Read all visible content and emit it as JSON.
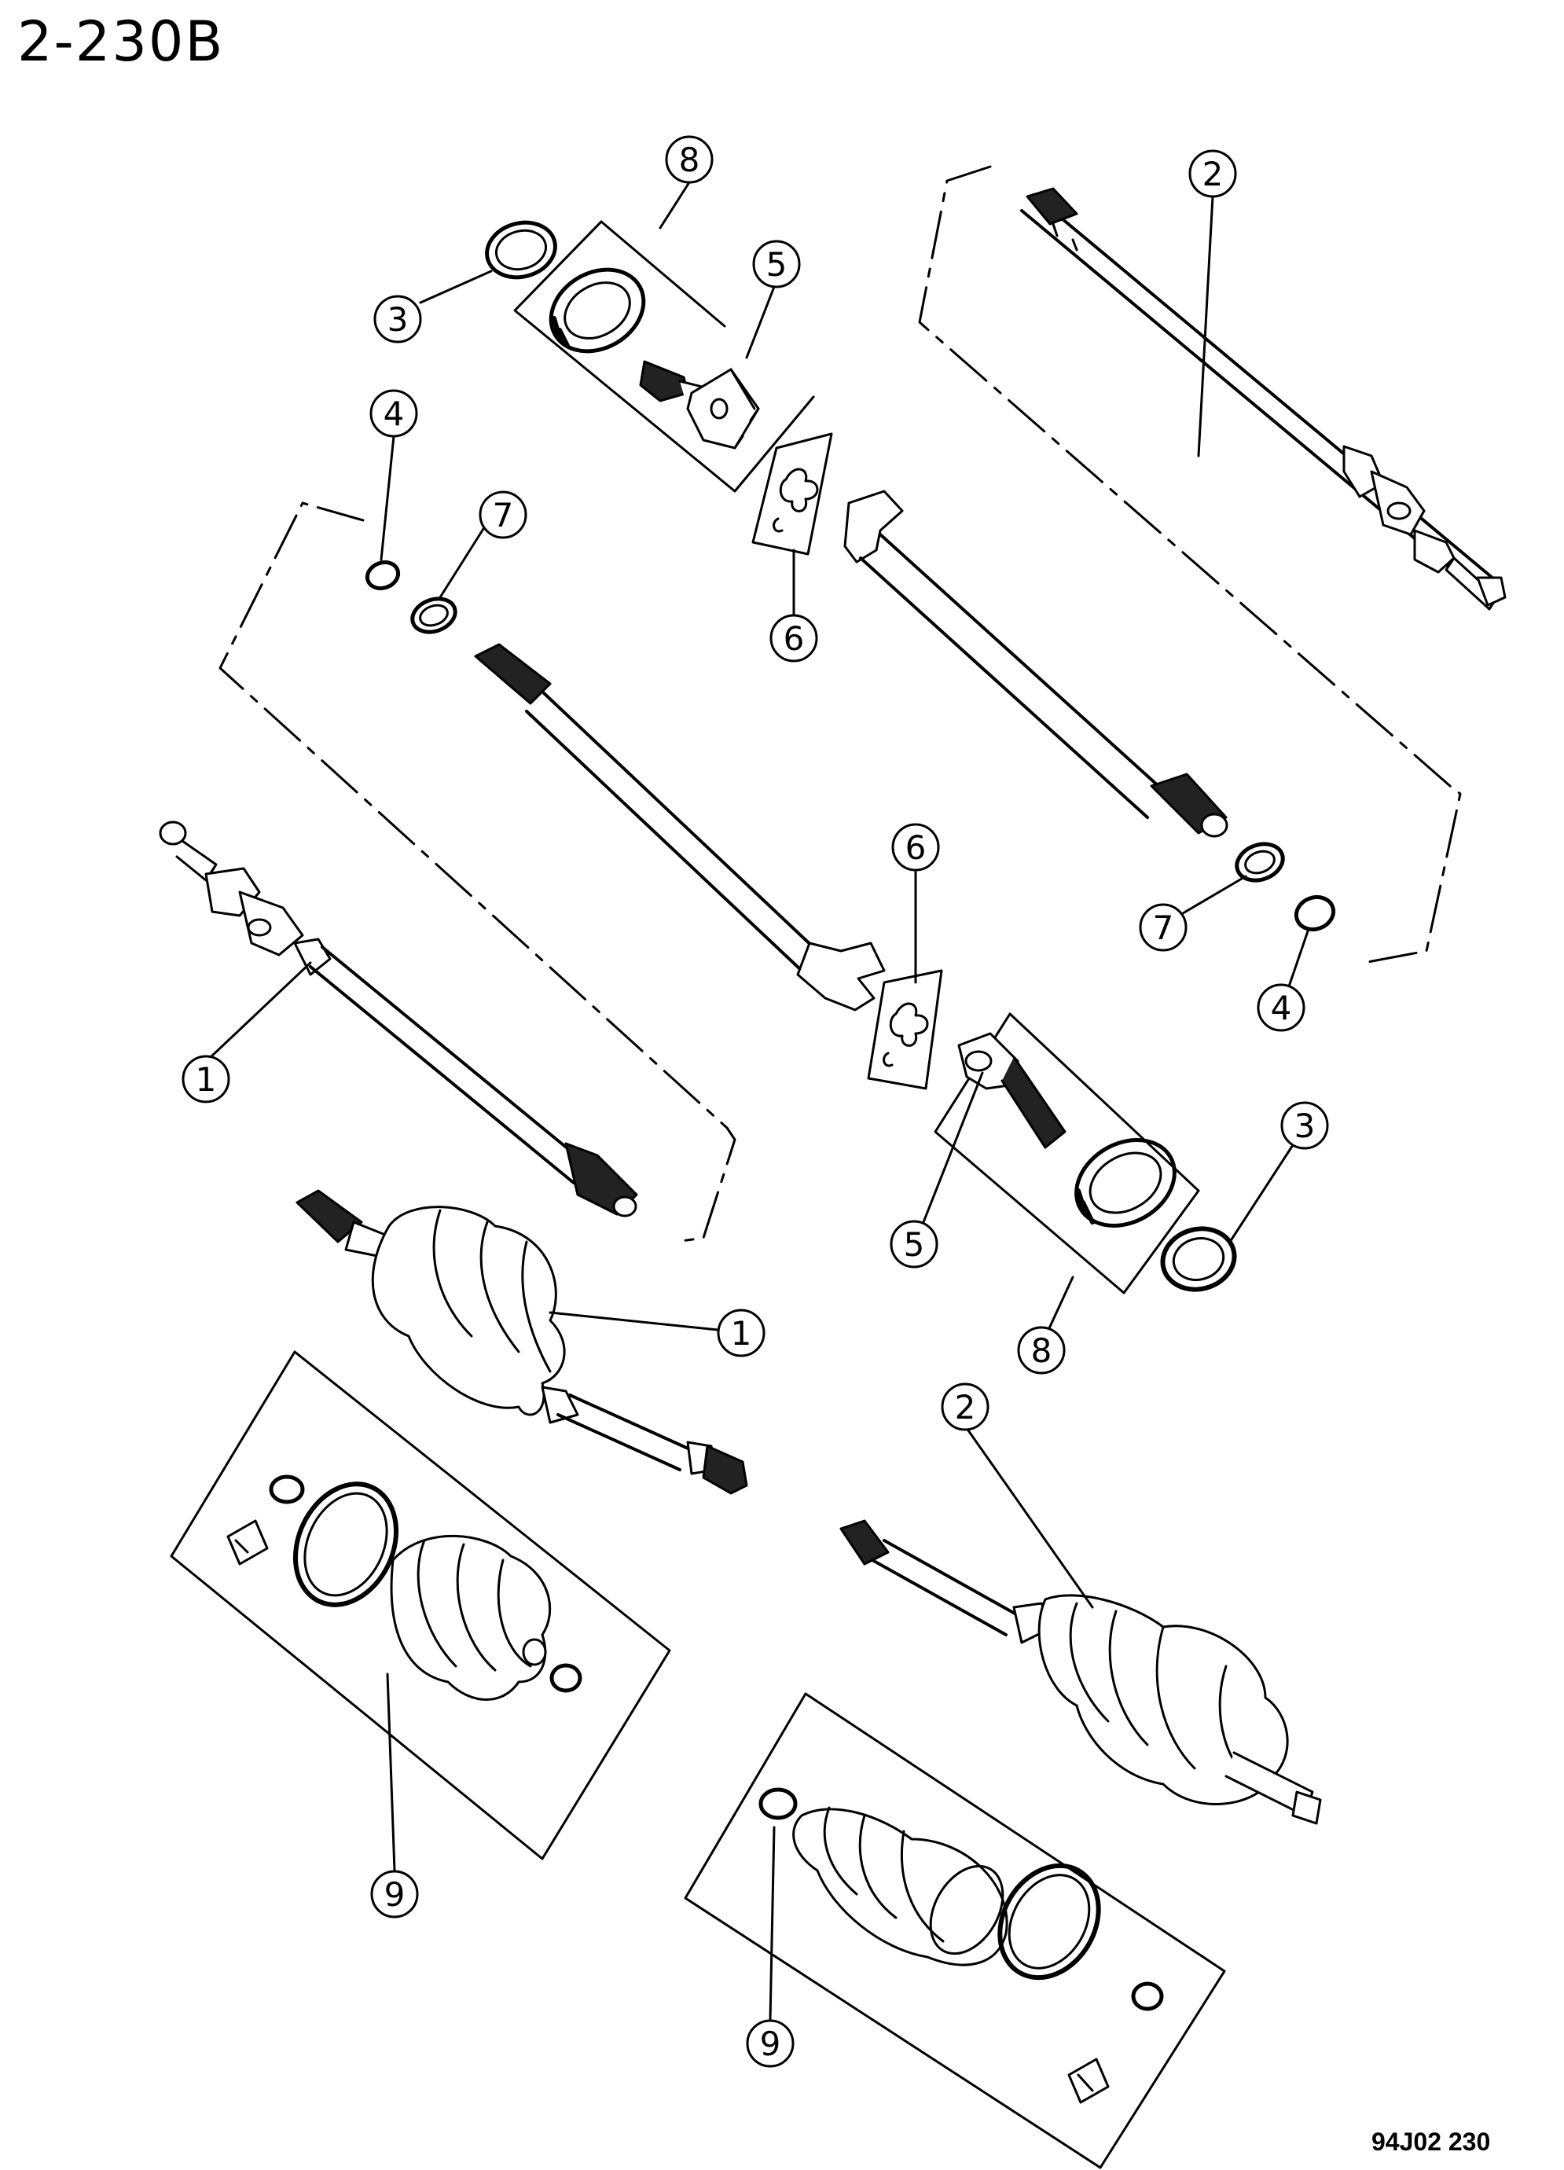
{
  "page_title": "2-230B",
  "figure_code": "94J02 230",
  "callouts": {
    "c1a": "1",
    "c1b": "1",
    "c2a": "2",
    "c2b": "2",
    "c3a": "3",
    "c3b": "3",
    "c4a": "4",
    "c4b": "4",
    "c5a": "5",
    "c5b": "5",
    "c6a": "6",
    "c6b": "6",
    "c7a": "7",
    "c7b": "7",
    "c8a": "8",
    "c8b": "8",
    "c9a": "9",
    "c9b": "9"
  }
}
